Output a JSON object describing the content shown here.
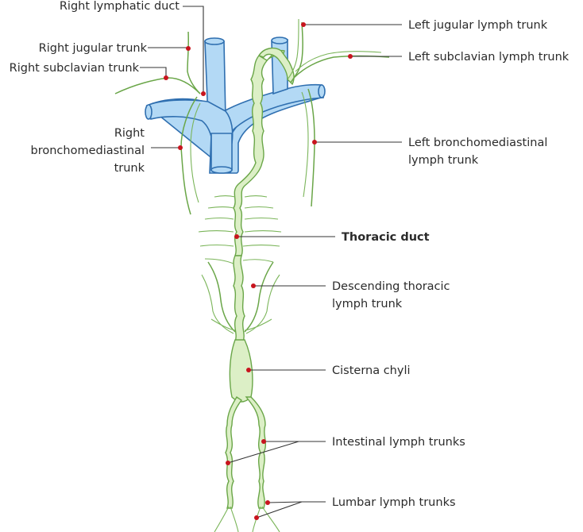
{
  "labels": {
    "right_lymphatic_duct": "Right lymphatic duct",
    "right_jugular_trunk": "Right jugular trunk",
    "right_subclavian_trunk": "Right subclavian trunk",
    "right_bronchomediastinal_1": "Right",
    "right_bronchomediastinal_2": "bronchomediastinal",
    "right_bronchomediastinal_3": "trunk",
    "left_jugular_lymph_trunk": "Left jugular lymph trunk",
    "left_subclavian_lymph_trunk": "Left subclavian lymph trunk",
    "left_bronchomediastinal_1": "Left bronchomediastinal",
    "left_bronchomediastinal_2": "lymph trunk",
    "thoracic_duct": "Thoracic duct",
    "descending_thoracic_1": "Descending thoracic",
    "descending_thoracic_2": "lymph trunk",
    "cisterna_chyli": "Cisterna chyli",
    "intestinal_lymph_trunks": "Intestinal lymph trunks",
    "lumbar_lymph_trunks": "Lumbar lymph trunks"
  },
  "colors": {
    "vein_fill": "#b3d9f5",
    "vein_stroke": "#2f6fb0",
    "lymph_fill": "#dcefc6",
    "lymph_stroke": "#6aa648",
    "marker": "#c8141e",
    "leader": "#333333"
  }
}
